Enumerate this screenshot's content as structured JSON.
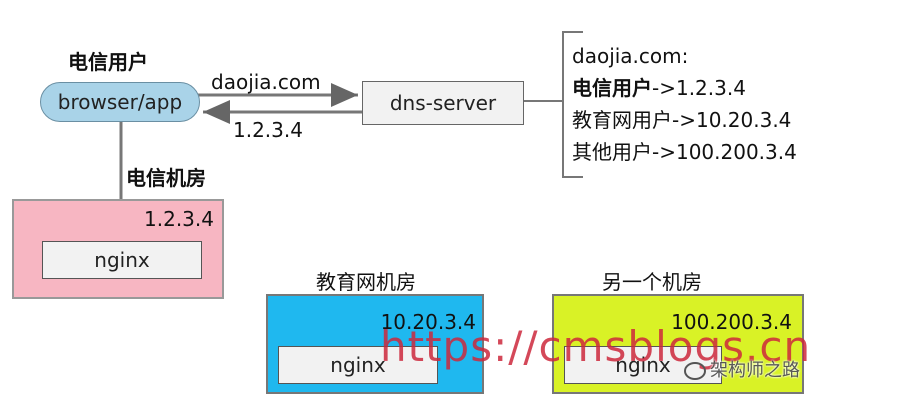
{
  "labels": {
    "telecom_user": "电信用户",
    "telecom_room": "电信机房",
    "edu_room": "教育网机房",
    "other_room": "另一个机房"
  },
  "nodes": {
    "browser": "browser/app",
    "dns": "dns-server",
    "nginx": "nginx"
  },
  "arrows": {
    "request": "daojia.com",
    "response": "1.2.3.4"
  },
  "ips": {
    "telecom": "1.2.3.4",
    "edu": "10.20.3.4",
    "other": "100.200.3.4"
  },
  "dns_table": {
    "domain": "daojia.com:",
    "rows": [
      {
        "user": "电信用户",
        "ip": "->1.2.3.4"
      },
      {
        "user": "教育网用户",
        "ip": "->10.20.3.4"
      },
      {
        "user": "其他用户",
        "ip": "->100.200.3.4"
      }
    ]
  },
  "colors": {
    "browser_fill": "#a9d3e8",
    "telecom_room_fill": "#f7b6c2",
    "edu_room_fill": "#1fb8ef",
    "other_room_fill": "#d9f226",
    "watermark": "#cd283c"
  },
  "watermark": {
    "url": "https://cmsblogs.cn",
    "logo_text": "架构师之路",
    "logo_icon": "wechat-icon"
  }
}
